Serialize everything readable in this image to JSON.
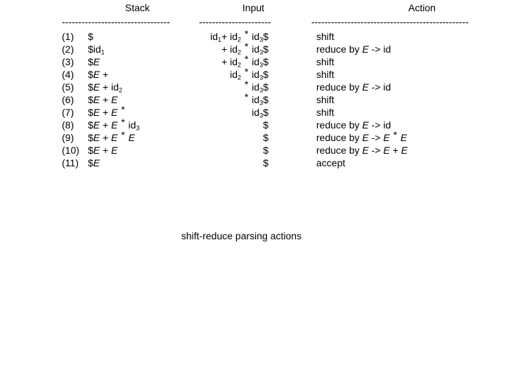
{
  "headers": {
    "stack": "Stack",
    "input": "Input",
    "action": "Action"
  },
  "rules": {
    "stack": "-----------------",
    "input": "-----------",
    "action": "------------------------"
  },
  "caption": "shift-reduce parsing actions",
  "rows": [
    {
      "num": "(1)",
      "stack_text": "$",
      "input_text": "id1+ id2 * id3$",
      "action_text": "shift"
    },
    {
      "num": "(2)",
      "stack_text": "$id1",
      "input_text": "+ id2 * id3$",
      "action_text": "reduce by E -> id"
    },
    {
      "num": "(3)",
      "stack_text": "$E",
      "input_text": "+ id2 * id3$",
      "action_text": "shift"
    },
    {
      "num": "(4)",
      "stack_text": "$E +",
      "input_text": "id2 * id3$",
      "action_text": "shift"
    },
    {
      "num": "(5)",
      "stack_text": "$E + id2",
      "input_text": "* id3$",
      "action_text": "reduce by E -> id"
    },
    {
      "num": "(6)",
      "stack_text": "$E + E",
      "input_text": "* id3$",
      "action_text": "shift"
    },
    {
      "num": "(7)",
      "stack_text": "$E + E *",
      "input_text": "id3$",
      "action_text": "shift"
    },
    {
      "num": "(8)",
      "stack_text": "$E + E * id3",
      "input_text": "$",
      "action_text": "reduce by E -> id"
    },
    {
      "num": "(9)",
      "stack_text": "$E + E * E",
      "input_text": "$",
      "action_text": "reduce by E -> E * E"
    },
    {
      "num": "(10)",
      "stack_text": "$E + E",
      "input_text": "$",
      "action_text": "reduce by E -> E + E"
    },
    {
      "num": "(11)",
      "stack_text": "$E",
      "input_text": "$",
      "action_text": "accept"
    }
  ],
  "colors": {
    "background": "#ffffff",
    "text": "#000000"
  }
}
